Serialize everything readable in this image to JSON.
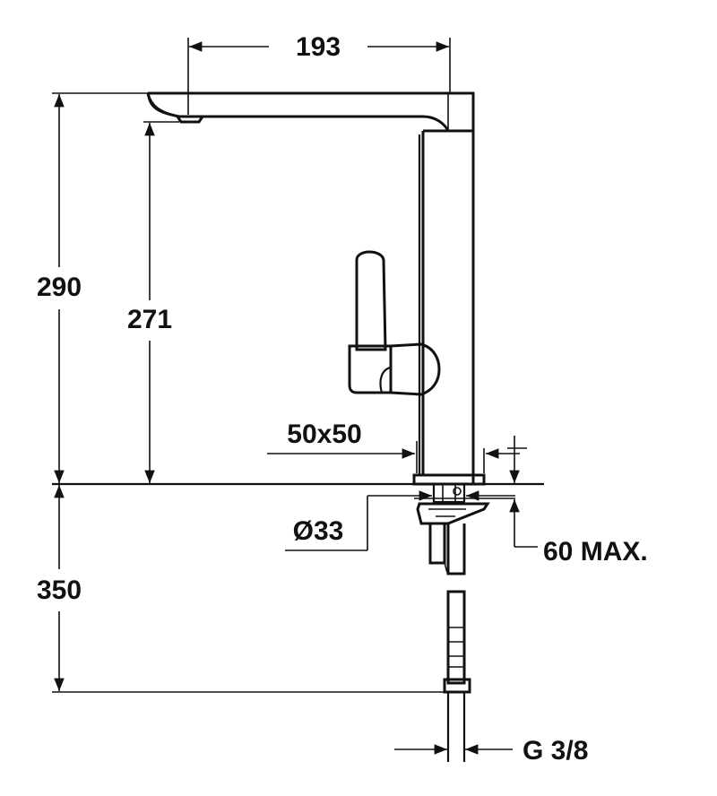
{
  "dimensions": {
    "spout_reach": "193",
    "total_height": "290",
    "spout_height": "271",
    "below_counter": "350",
    "base_size": "50x50",
    "hole_diameter": "Ø33",
    "counter_thickness": "60 MAX.",
    "connection_thread": "G 3/8"
  },
  "colors": {
    "ink": "#111111",
    "background": "#ffffff"
  }
}
